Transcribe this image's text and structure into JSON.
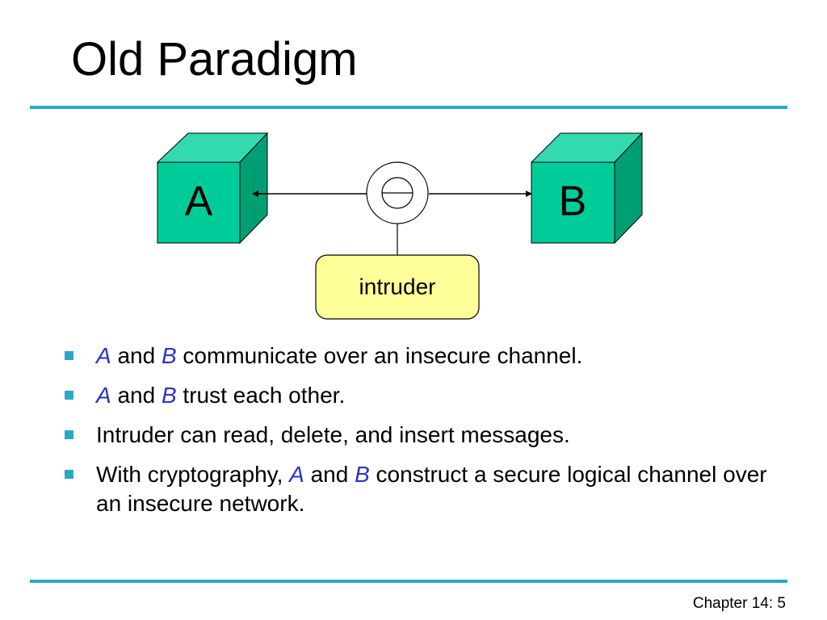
{
  "slide": {
    "title": "Old Paradigm",
    "footer": "Chapter 14: 5"
  },
  "diagram": {
    "node_a_label": "A",
    "node_b_label": "B",
    "intruder_label": "intruder",
    "colors": {
      "cube_front": "#00cc99",
      "cube_top": "#33dab0",
      "cube_side": "#009e73",
      "intruder_fill": "#ffff99",
      "accent": "#29a9c9",
      "entity_text": "#2a33c8"
    }
  },
  "bullets": [
    {
      "e1": "A",
      "t1": " and ",
      "e2": "B",
      "t2": " communicate over an insecure channel."
    },
    {
      "e1": "A",
      "t1": " and ",
      "e2": "B",
      "t2": " trust each other."
    },
    {
      "t0": "Intruder can read, delete, and insert messages."
    },
    {
      "t0": "With cryptography, ",
      "e1": "A",
      "t1": " and ",
      "e2": "B",
      "t2": " construct a secure logical channel over an insecure network."
    }
  ]
}
